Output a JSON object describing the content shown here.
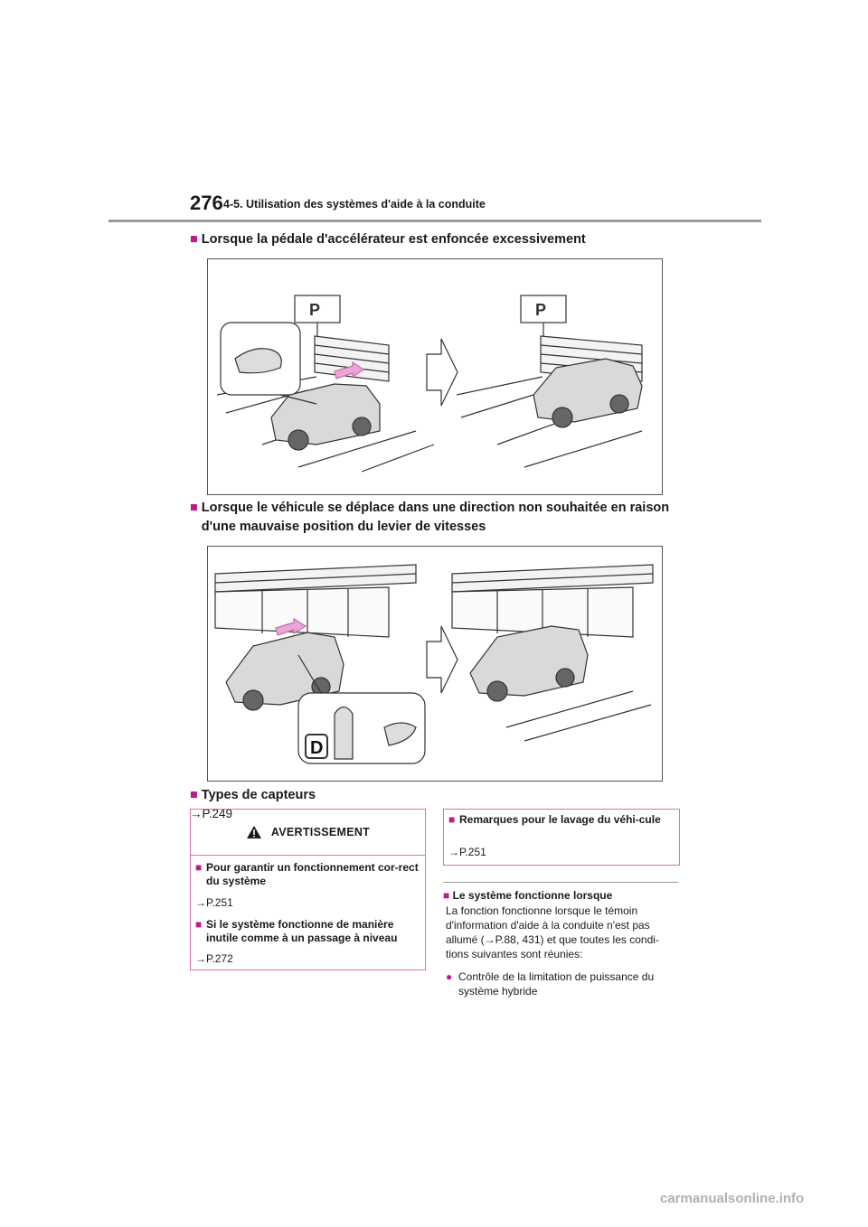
{
  "header": {
    "page_number": "276",
    "section_title": "4-5. Utilisation des systèmes d'aide à la conduite"
  },
  "bullets": {
    "square": "■",
    "dot": "●"
  },
  "headings": {
    "accelerator": "Lorsque la pédale d'accélérateur est enfoncée excessivement",
    "shift_lever": "Lorsque le véhicule se déplace dans une direction non souhaitée en raison d'une mauvaise position du levier de vitesses",
    "sensors": "Types de capteurs"
  },
  "figures": {
    "fig2_gear_letter": "D"
  },
  "sensors_ref": "→P.249",
  "warning_box": {
    "title": "AVERTISSEMENT",
    "items": [
      {
        "label": "Pour garantir un fonctionnement cor-rect du système",
        "ref": "→P.251"
      },
      {
        "label": "Si le système fonctionne de manière inutile comme à un passage à niveau",
        "ref": "→P.272"
      }
    ]
  },
  "note_box": {
    "label": "Remarques pour le lavage du véhi-cule",
    "ref": "→P.251"
  },
  "system_operates": {
    "heading": "Le système fonctionne lorsque",
    "paragraph": "La fonction fonctionne lorsque le témoin d'information d'aide à la conduite n'est pas allumé (→P.88, 431) et que toutes les condi-tions suivantes sont réunies:",
    "items": [
      "Contrôle de la limitation de puissance du système hybride"
    ]
  },
  "footer": {
    "watermark": "carmanualsonline.info"
  },
  "colors": {
    "accent": "#c2188c",
    "box_border": "#e06bbd",
    "rule": "#9a9a9a",
    "arrow": "#e9a6d6"
  }
}
